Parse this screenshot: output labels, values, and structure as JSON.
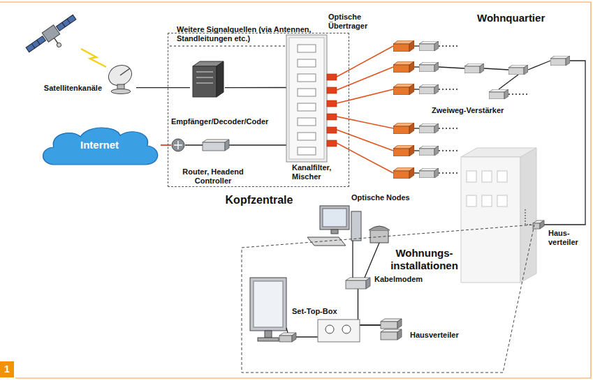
{
  "diagram": {
    "nodes": [
      {
        "text": [
          "Kopfzentrale"
        ]
      },
      {
        "text": [
          "Internet"
        ]
      },
      {
        "text": [
          "Router, Headend Controller"
        ],
        "in": 0
      },
      {
        "text": [
          "Empfänger/Decoder/Coder"
        ],
        "in": 0
      },
      {
        "text": [
          "Optische Übertrager",
          "Kanalfilter, Mischer"
        ],
        "in": 0
      },
      {
        "text": [
          "Satellitenkanäle"
        ]
      },
      {
        "text": [
          "Haus- verteiler"
        ]
      },
      {
        "text": [
          "Wohnungs- installationen"
        ]
      },
      {
        "text": [
          "Kabelmodem"
        ],
        "in": 7
      },
      {
        "text": [
          "Set-Top-Box"
        ],
        "in": 7
      },
      {
        "text": [
          "Hausverteiler"
        ],
        "in": 7
      }
    ],
    "edges": [
      {
        "from": 1,
        "to": 2,
        "arrow": "none"
      },
      {
        "from": 2,
        "to": 4,
        "arrow": "none"
      },
      {
        "from": 5,
        "to": 3,
        "arrow": "none"
      },
      {
        "from": 3,
        "to": 4,
        "arrow": "none"
      },
      {
        "from": 8,
        "to": 10,
        "arrow": "none"
      },
      {
        "from": 9,
        "to": 10,
        "arrow": "none"
      }
    ],
    "labels": [
      "Weitere Signalquellen (via Antennen, Standleitungen etc.)",
      "Wohnquartier",
      "Zweiweg-Verstärker",
      "Optische Nodes",
      "1"
    ]
  }
}
